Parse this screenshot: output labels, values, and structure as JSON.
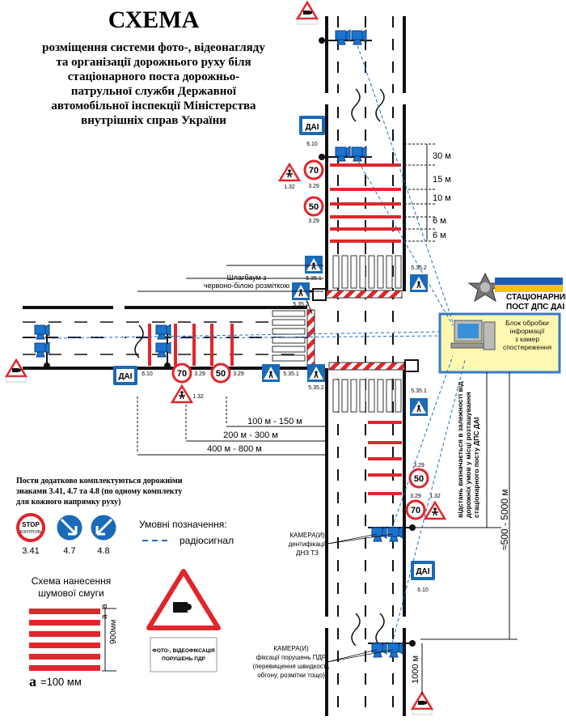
{
  "title": "СХЕМА",
  "subtitle_lines": [
    "розміщення системи фото-, відеонагляду",
    "та організації дорожнього руху біля",
    "стаціонарного поста дорожньо-",
    "патрульної служби Державної",
    "автомобільної інспекції Міністерства",
    "внутрішніх справ України"
  ],
  "distances_right": [
    "30 м",
    "15 м",
    "10 м",
    "6 м",
    "6 м"
  ],
  "distances_left": [
    "100 м - 150 м",
    "200 м - 300 м",
    "400 м - 800 м"
  ],
  "sign_labels": {
    "dai": "ДАІ",
    "s610": "6.10",
    "s132": "1.32",
    "s329": "3.29",
    "s5352": "5.35.2",
    "s5351": "5.35.1",
    "speed70": "70",
    "speed50": "50"
  },
  "barrier_label_lines": [
    "Шлагбаум з",
    "червоно-білою розміткою"
  ],
  "post": {
    "title_lines": [
      "СТАЦІОНАРНИЙ",
      "ПОСТ ДПС ДАІ"
    ],
    "block_lines": [
      "Блок обробки",
      "інформації",
      "з камер",
      "спостереження"
    ],
    "flag_colors": {
      "blue": "#1a5bb5",
      "yellow": "#f2c500"
    }
  },
  "vertical_note_lines": [
    "відстань визначається в залежності від",
    "дорожніх умов у місці розташування",
    "стаціонарного посту ДПС ДАІ"
  ],
  "range_label": "≈500 - 5000 м",
  "distance_1000": "1000 м",
  "camera_label_1": [
    "КАМЕРА(И)",
    "дентифікації",
    "ДНЗ ТЗ"
  ],
  "camera_label_2": [
    "КАМЕРА(И)",
    "фіксації порушень ПДР",
    "(перевищення швидкості,",
    "обгону, розмітки тощо)"
  ],
  "note_lines": [
    "Пости додатково комплектуються дорожніми",
    "знаками 3.41, 4.7 та 4.8 (по одному комплекту",
    "для кожного напрямку руху)"
  ],
  "extra_signs": [
    {
      "code": "3.41",
      "top": "STOP",
      "bottom": "КОНТРОЛЬ"
    },
    {
      "code": "4.7"
    },
    {
      "code": "4.8"
    }
  ],
  "legend": {
    "title": "Умовні позначення:",
    "item": "радіосигнал"
  },
  "noise_strip": {
    "title_lines": [
      "Схема нанесення",
      "шумової смуги"
    ],
    "a": "а",
    "dim": "900мм",
    "a_value": "=100 мм"
  },
  "photo_sign_lines": [
    "ФОТО-, ВІДЕОФІКСАЦІЯ",
    "ПОРУШЕНЬ ПДР"
  ],
  "mini_sign_text": "фото-, відеофіксація порушень ПДР",
  "colors": {
    "red": "#e0262b",
    "blue": "#1f6fc2",
    "cam": "#1b74d0",
    "signblue": "#1a6ab8",
    "post_bg": "#fff8b0",
    "post_border": "#3a78c9"
  }
}
